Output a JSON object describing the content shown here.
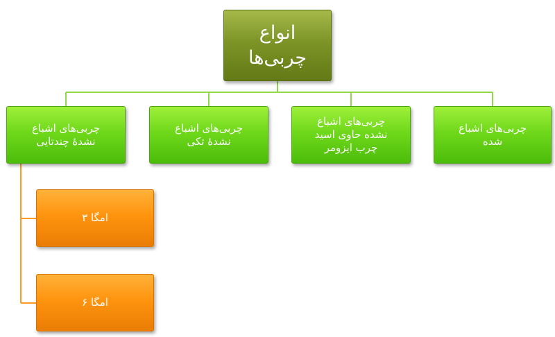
{
  "diagram": {
    "root": {
      "label": "انواع\nچربی‌ها"
    },
    "categories": [
      {
        "label": "چربی‌های اشباع\nنشدهٔ چندتایی"
      },
      {
        "label": "چربی‌های اشباع\nنشدهٔ تکی"
      },
      {
        "label": "چربی‌های اشباع\nنشده حاوی اسید\nچرب ایزومر"
      },
      {
        "label": "چربی‌های اشباع\nشده"
      }
    ],
    "subcategories": [
      {
        "label": "امگا ۳"
      },
      {
        "label": "امگا  ۶"
      }
    ],
    "colors": {
      "root": "#7d9427",
      "category": "#6fd81a",
      "subcategory": "#ff940f",
      "connector": "#8fd84a"
    }
  }
}
